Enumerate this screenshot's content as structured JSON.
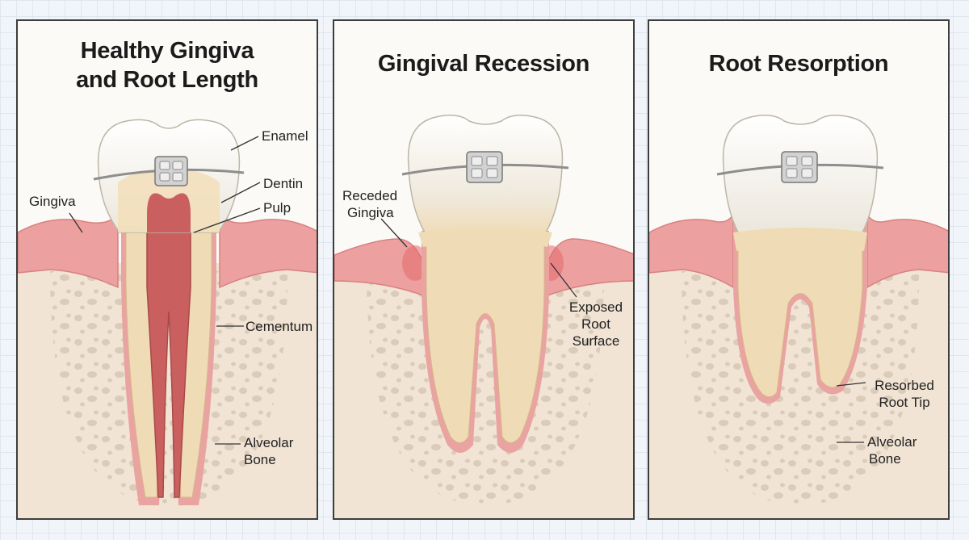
{
  "panels": [
    {
      "title_line1": "Healthy Gingiva",
      "title_line2": "and Root Length",
      "labels": {
        "enamel": "Enamel",
        "dentin": "Dentin",
        "pulp": "Pulp",
        "gingiva": "Gingiva",
        "cementum": "Cementum",
        "alveolar_bone_l1": "Alveolar",
        "alveolar_bone_l2": "Bone"
      }
    },
    {
      "title": "Gingival Recession",
      "labels": {
        "receded_l1": "Receded",
        "receded_l2": "Gingiva",
        "exposed_l1": "Exposed",
        "exposed_l2": "Root",
        "exposed_l3": "Surface"
      }
    },
    {
      "title": "Root Resorption",
      "labels": {
        "resorbed_l1": "Resorbed",
        "resorbed_l2": "Root Tip",
        "alveolar_bone_l1": "Alveolar",
        "alveolar_bone_l2": "Bone"
      }
    }
  ],
  "colors": {
    "enamel": "#f6f4ee",
    "dentin": "#efdcb6",
    "pulp": "#c9605f",
    "gingiva": "#eda0a0",
    "bone": "#f1e4d4",
    "bone_pores": "#d9cbb8",
    "bracket": "#c8c8c8"
  }
}
